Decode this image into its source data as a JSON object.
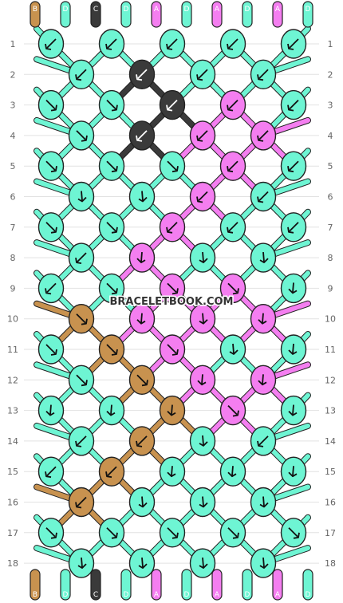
{
  "strand_colors": {
    "B": "#c8924f",
    "C": "#3a3a3a",
    "D": "#6ef5d3",
    "A": "#f47ef0"
  },
  "strand_letters": [
    "B",
    "D",
    "C",
    "D",
    "A",
    "D",
    "A",
    "D",
    "A",
    "D"
  ],
  "watermark": "BRACELETBOOK.COM",
  "rows": [
    {
      "num": "1",
      "knots": [
        [
          "D",
          "arrow-down-left"
        ],
        [
          "D",
          "arrow-down-left"
        ],
        [
          "D",
          "arrow-down-left"
        ],
        [
          "D",
          "arrow-down-left"
        ],
        [
          "D",
          "arrow-down-left"
        ]
      ]
    },
    {
      "num": "2",
      "knots": [
        [
          "D",
          "arrow-down-left"
        ],
        [
          "C",
          "arrow-down-left"
        ],
        [
          "D",
          "arrow-down-left"
        ],
        [
          "D",
          "arrow-down-left"
        ]
      ]
    },
    {
      "num": "3",
      "knots": [
        [
          "D",
          "arrow-down-right"
        ],
        [
          "D",
          "arrow-down-right"
        ],
        [
          "C",
          "arrow-down-left"
        ],
        [
          "A",
          "arrow-down-left"
        ],
        [
          "D",
          "arrow-down-left"
        ]
      ]
    },
    {
      "num": "4",
      "knots": [
        [
          "D",
          "arrow-down-right"
        ],
        [
          "C",
          "arrow-down-left"
        ],
        [
          "A",
          "arrow-down-left"
        ],
        [
          "A",
          "arrow-down-left"
        ]
      ]
    },
    {
      "num": "5",
      "knots": [
        [
          "D",
          "arrow-down-right"
        ],
        [
          "D",
          "arrow-down-right"
        ],
        [
          "D",
          "arrow-down-right"
        ],
        [
          "A",
          "arrow-down-left"
        ],
        [
          "D",
          "arrow-down-left"
        ]
      ]
    },
    {
      "num": "6",
      "knots": [
        [
          "D",
          "reverse-right"
        ],
        [
          "D",
          "reverse-right"
        ],
        [
          "A",
          "arrow-down-left"
        ],
        [
          "D",
          "arrow-down-left"
        ]
      ]
    },
    {
      "num": "7",
      "knots": [
        [
          "D",
          "arrow-down-right"
        ],
        [
          "D",
          "arrow-down-right"
        ],
        [
          "A",
          "arrow-down-left"
        ],
        [
          "D",
          "arrow-down-left"
        ],
        [
          "D",
          "arrow-down-left"
        ]
      ]
    },
    {
      "num": "8",
      "knots": [
        [
          "D",
          "arrow-down-left"
        ],
        [
          "A",
          "reverse-left"
        ],
        [
          "D",
          "reverse-right"
        ],
        [
          "D",
          "reverse-right"
        ]
      ]
    },
    {
      "num": "9",
      "knots": [
        [
          "D",
          "arrow-down-left"
        ],
        [
          "D",
          "arrow-down-right"
        ],
        [
          "A",
          "arrow-down-right"
        ],
        [
          "A",
          "arrow-down-right"
        ],
        [
          "D",
          "reverse-left"
        ]
      ]
    },
    {
      "num": "10",
      "knots": [
        [
          "B",
          "arrow-down-right"
        ],
        [
          "A",
          "reverse-left"
        ],
        [
          "A",
          "reverse-right"
        ],
        [
          "A",
          "reverse-left"
        ]
      ]
    },
    {
      "num": "11",
      "knots": [
        [
          "D",
          "arrow-down-right"
        ],
        [
          "B",
          "arrow-down-right"
        ],
        [
          "A",
          "arrow-down-right"
        ],
        [
          "D",
          "reverse-right"
        ],
        [
          "D",
          "reverse-left"
        ]
      ]
    },
    {
      "num": "12",
      "knots": [
        [
          "D",
          "arrow-down-right"
        ],
        [
          "B",
          "arrow-down-right"
        ],
        [
          "A",
          "reverse-left"
        ],
        [
          "A",
          "reverse-left"
        ]
      ]
    },
    {
      "num": "13",
      "knots": [
        [
          "D",
          "reverse-left"
        ],
        [
          "D",
          "reverse-left"
        ],
        [
          "B",
          "reverse-left"
        ],
        [
          "A",
          "arrow-down-right"
        ],
        [
          "D",
          "reverse-left"
        ]
      ]
    },
    {
      "num": "14",
      "knots": [
        [
          "D",
          "arrow-down-left"
        ],
        [
          "B",
          "arrow-down-left"
        ],
        [
          "D",
          "reverse-right"
        ],
        [
          "D",
          "arrow-down-left"
        ]
      ]
    },
    {
      "num": "15",
      "knots": [
        [
          "D",
          "arrow-down-left"
        ],
        [
          "B",
          "arrow-down-left"
        ],
        [
          "D",
          "reverse-left"
        ],
        [
          "D",
          "reverse-left"
        ],
        [
          "D",
          "reverse-left"
        ]
      ]
    },
    {
      "num": "16",
      "knots": [
        [
          "B",
          "arrow-down-left"
        ],
        [
          "D",
          "reverse-right"
        ],
        [
          "D",
          "reverse-right"
        ],
        [
          "D",
          "reverse-right"
        ]
      ]
    },
    {
      "num": "17",
      "knots": [
        [
          "D",
          "arrow-down-right"
        ],
        [
          "D",
          "arrow-down-right"
        ],
        [
          "D",
          "arrow-down-right"
        ],
        [
          "D",
          "arrow-down-right"
        ],
        [
          "D",
          "arrow-down-right"
        ]
      ]
    },
    {
      "num": "18",
      "knots": [
        [
          "D",
          "reverse-right"
        ],
        [
          "D",
          "reverse-right"
        ],
        [
          "D",
          "reverse-right"
        ],
        [
          "D",
          "reverse-right"
        ]
      ]
    }
  ]
}
